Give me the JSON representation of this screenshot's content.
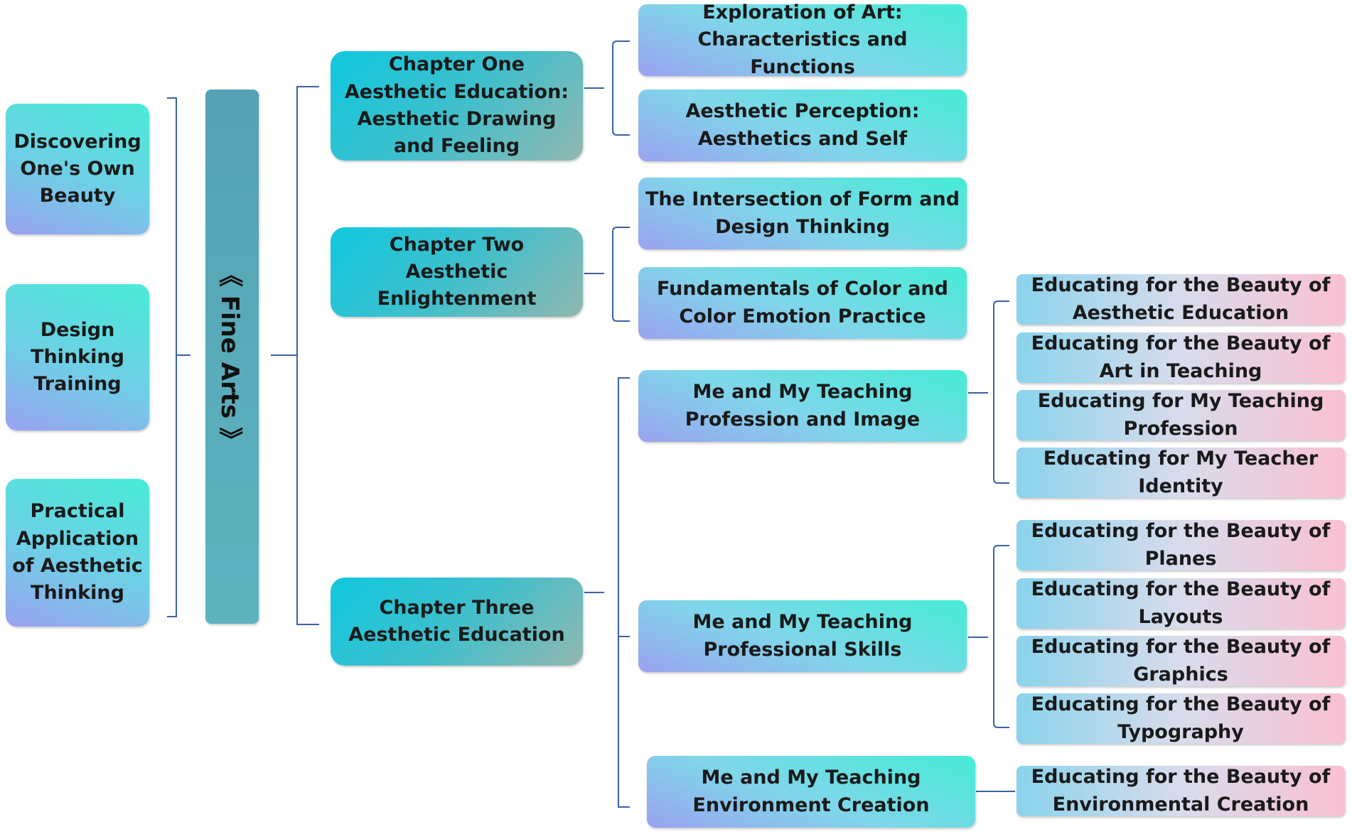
{
  "center_title": "《 Fine Arts 》",
  "left_nodes": [
    "Discovering One's Own Beauty",
    "Design Thinking Training",
    "Practical Application of Aesthetic Thinking"
  ],
  "chapters": [
    {
      "label": "Chapter One Aesthetic Education: Aesthetic Drawing and Feeling",
      "sections": [
        {
          "label": "Exploration of Art: Characteristics and Functions",
          "leaves": []
        },
        {
          "label": "Aesthetic Perception: Aesthetics and Self",
          "leaves": []
        }
      ]
    },
    {
      "label": "Chapter Two Aesthetic Enlightenment",
      "sections": [
        {
          "label": "The Intersection of Form and Design Thinking",
          "leaves": []
        },
        {
          "label": "Fundamentals of Color and Color Emotion Practice",
          "leaves": []
        }
      ]
    },
    {
      "label": "Chapter Three Aesthetic Education",
      "sections": [
        {
          "label": "Me and My Teaching Profession and Image",
          "leaves": [
            "Educating for the Beauty of Aesthetic Education",
            "Educating for the Beauty of Art in Teaching",
            "Educating for My Teaching Profession",
            "Educating for My Teacher Identity"
          ]
        },
        {
          "label": "Me and My Teaching Professional Skills",
          "leaves": [
            "Educating for the Beauty of Planes",
            "Educating for the Beauty of Layouts",
            "Educating for the Beauty of Graphics",
            "Educating for the Beauty of Typography"
          ]
        },
        {
          "label": "Me and My Teaching Environment Creation",
          "leaves": [
            "Educating for the Beauty of Environmental Creation"
          ]
        }
      ]
    }
  ]
}
